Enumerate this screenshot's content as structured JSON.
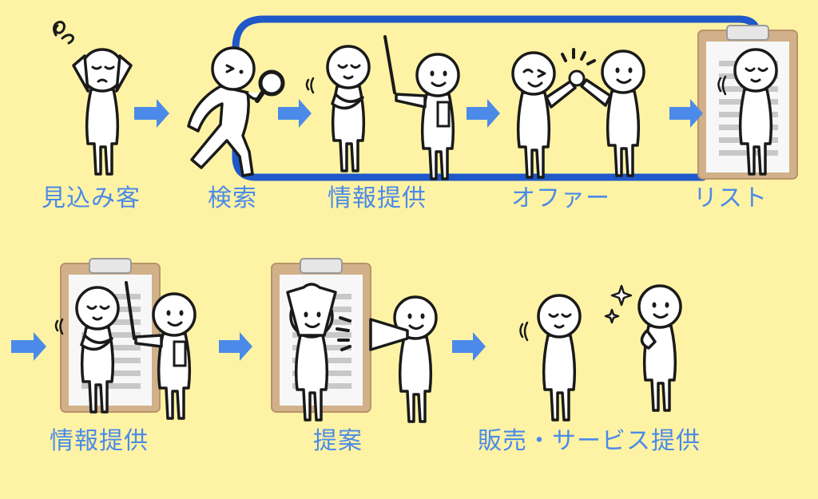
{
  "colors": {
    "background": "#fef3a4",
    "label_text": "#4b8ae8",
    "arrow": "#4b8ae8",
    "loop_frame": "#1f58c9",
    "clipboard_board": "#d1b08a",
    "clipboard_paper": "#f7f7f7",
    "clipboard_lines": "#c8c8c8"
  },
  "row1": {
    "steps": [
      {
        "label": "見込み客",
        "icon": "worried-person-icon"
      },
      {
        "label": "検索",
        "icon": "searching-person-icon"
      },
      {
        "label": "情報提供",
        "icon": "presenter-with-listener-icon"
      },
      {
        "label": "オファー",
        "icon": "fist-bump-pair-icon"
      },
      {
        "label": "リスト",
        "icon": "clipboard-bowing-person-icon"
      }
    ]
  },
  "row2": {
    "steps": [
      {
        "label": "情報提供",
        "icon": "clipboard-presentation-icon"
      },
      {
        "label": "提案",
        "icon": "megaphone-proposal-icon"
      },
      {
        "label": "販売・サービス提供",
        "icon": "bowing-and-confident-person-icon"
      }
    ]
  }
}
